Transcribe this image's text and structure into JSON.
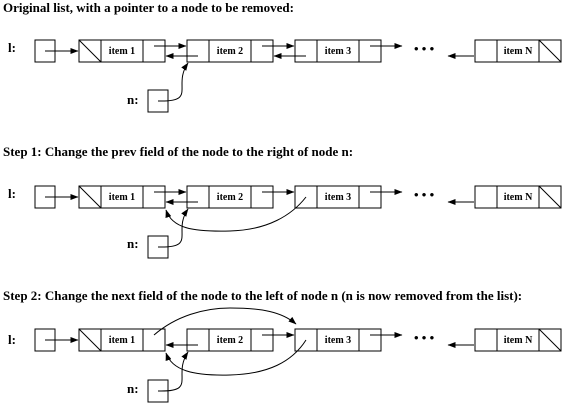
{
  "list_label": "l:",
  "pointer_label": "n:",
  "ellipsis": "• • •",
  "panels": [
    {
      "caption": "Original list, with a pointer to a node to be removed:",
      "items": [
        "item 1",
        "item 2",
        "item 3",
        "item N"
      ]
    },
    {
      "caption": "Step 1: Change the prev field of the node to the right of node n:",
      "items": [
        "item 1",
        "item 2",
        "item 3",
        "item N"
      ]
    },
    {
      "caption": "Step 2: Change the next field of the node to the left of node n (n is now removed from the list):",
      "items": [
        "item 1",
        "item 2",
        "item 3",
        "item N"
      ]
    }
  ]
}
